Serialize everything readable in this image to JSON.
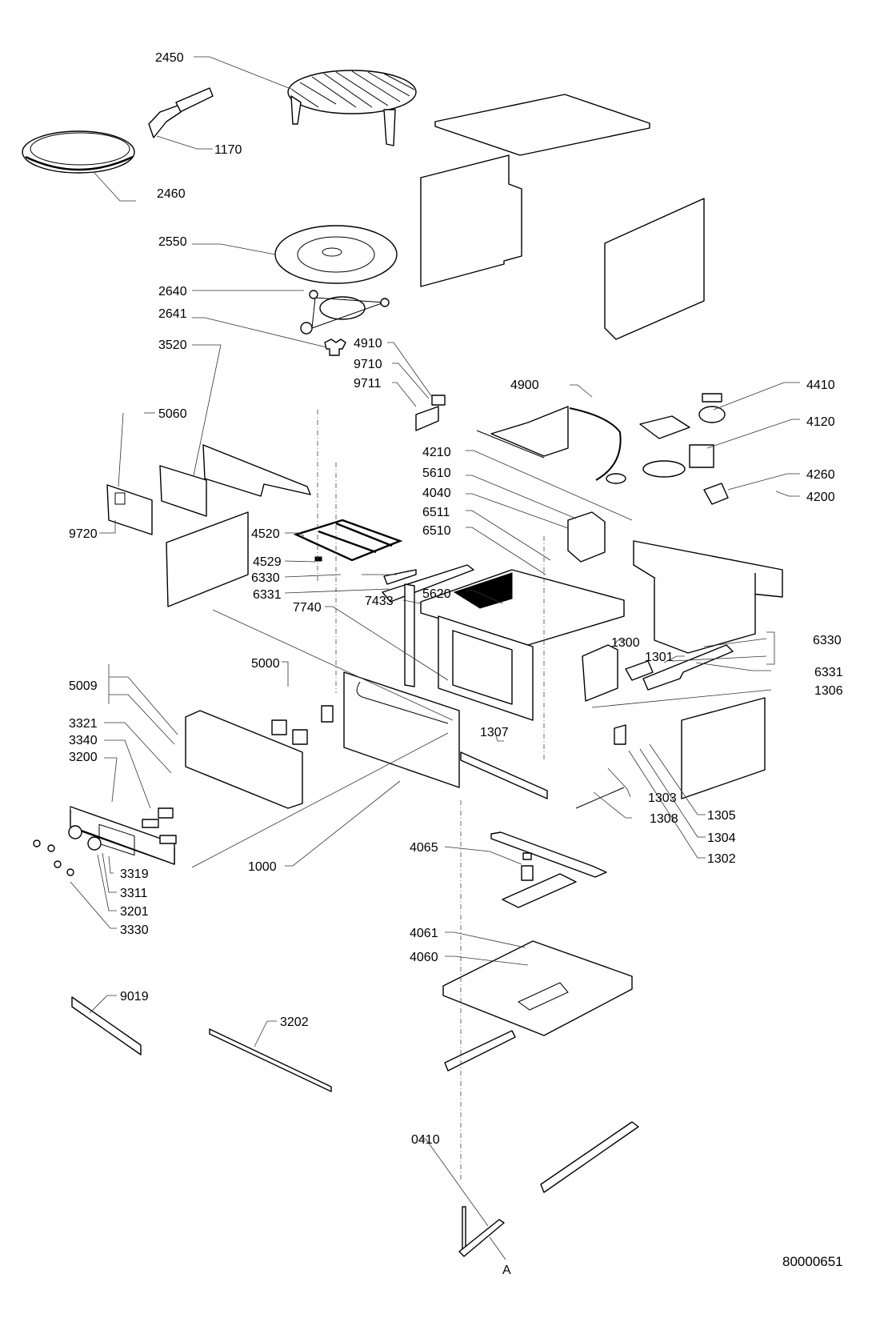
{
  "diagram": {
    "type": "exploded-parts-diagram",
    "subject": "built-in microwave oven",
    "drawing_number": "80000651",
    "reference_marker": "A",
    "parts": {
      "p2450": "2450",
      "p1170": "1170",
      "p2460": "2460",
      "p2550": "2550",
      "p2640": "2640",
      "p2641": "2641",
      "p3520": "3520",
      "p5060": "5060",
      "p9720": "9720",
      "p4910": "4910",
      "p9710": "9710",
      "p9711": "9711",
      "p4900": "4900",
      "p4410": "4410",
      "p4120": "4120",
      "p4210": "4210",
      "p5610": "5610",
      "p4040": "4040",
      "p6511": "6511",
      "p6510": "6510",
      "p4260": "4260",
      "p4200": "4200",
      "p4520": "4520",
      "p4529": "4529",
      "p6330a": "6330",
      "p6331a": "6331",
      "p5620": "5620",
      "p7433": "7433",
      "p7740": "7740",
      "p1300": "1300",
      "p1301": "1301",
      "p6330b": "6330",
      "p6331b": "6331",
      "p1306": "1306",
      "p5000": "5000",
      "p5009": "5009",
      "p3321": "3321",
      "p3340": "3340",
      "p3200": "3200",
      "p1307": "1307",
      "p1303": "1303",
      "p1308": "1308",
      "p1305": "1305",
      "p1304": "1304",
      "p1302": "1302",
      "p3319": "3319",
      "p3311": "3311",
      "p3201": "3201",
      "p3330": "3330",
      "p1000": "1000",
      "p4065": "4065",
      "p4061": "4061",
      "p4060": "4060",
      "p9019": "9019",
      "p3202": "3202",
      "p0410": "0410"
    }
  }
}
